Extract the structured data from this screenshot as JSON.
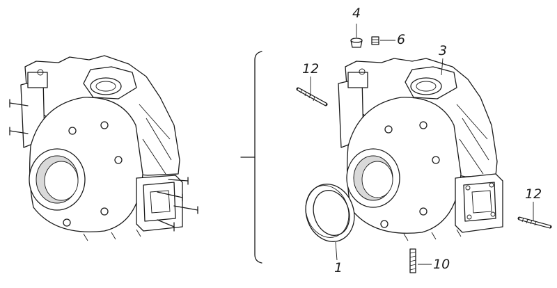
{
  "callouts": {
    "part_1": "1",
    "part_3": "3",
    "part_4": "4",
    "part_6": "6",
    "part_10": "10",
    "part_12_top": "12",
    "part_12_right": "12"
  }
}
